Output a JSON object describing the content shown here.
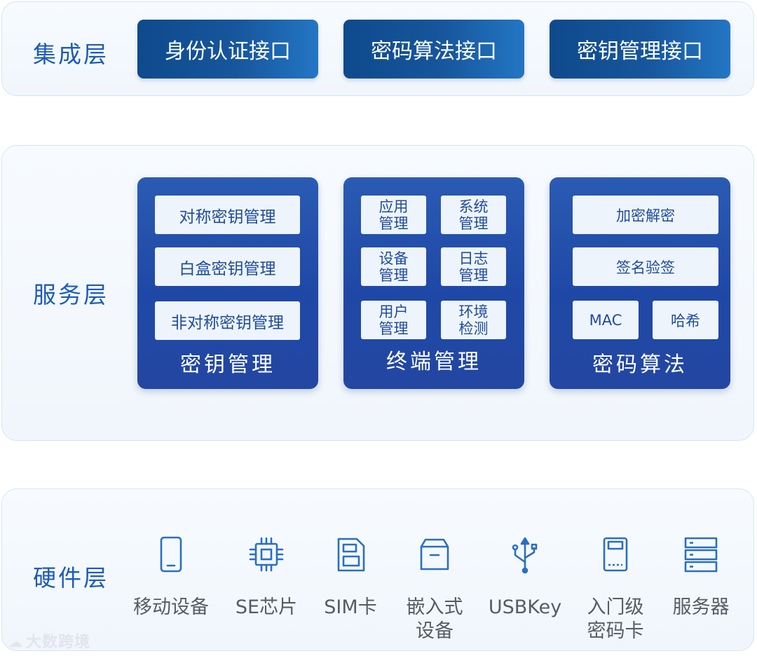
{
  "integration_layer": {
    "label": "集成层",
    "interfaces": [
      "身份认证接口",
      "密码算法接口",
      "密钥管理接口"
    ]
  },
  "service_layer": {
    "label": "服务层",
    "key_management": {
      "title": "密钥管理",
      "items": [
        "对称密钥管理",
        "白盒密钥管理",
        "非对称密钥管理"
      ]
    },
    "terminal_management": {
      "title": "终端管理",
      "items": [
        "应用\n管理",
        "系统\n管理",
        "设备\n管理",
        "日志\n管理",
        "用户\n管理",
        "环境\n检测"
      ]
    },
    "crypto_algorithm": {
      "title": "密码算法",
      "items": [
        "加密解密",
        "签名验签",
        "MAC",
        "哈希"
      ]
    }
  },
  "hardware_layer": {
    "label": "硬件层",
    "devices": [
      {
        "label": "移动设备",
        "icon": "mobile-phone-icon"
      },
      {
        "label": "SE芯片",
        "icon": "chip-icon"
      },
      {
        "label": "SIM卡",
        "icon": "sim-card-icon"
      },
      {
        "label": "嵌入式\n设备",
        "icon": "box-icon"
      },
      {
        "label": "USBKey",
        "icon": "usb-icon"
      },
      {
        "label": "入门级\n密码卡",
        "icon": "card-icon"
      },
      {
        "label": "服务器",
        "icon": "server-icon"
      }
    ]
  },
  "watermark": "大数跨境",
  "colors": {
    "layer_label": "#1c5cb8",
    "interface_button": "#17569c",
    "service_card": "#2450ad",
    "service_item_bg": "#eef4fb",
    "service_item_text": "#1e4c9c",
    "hardware_icon": "#2a6fc0",
    "hardware_text": "#555c66"
  }
}
